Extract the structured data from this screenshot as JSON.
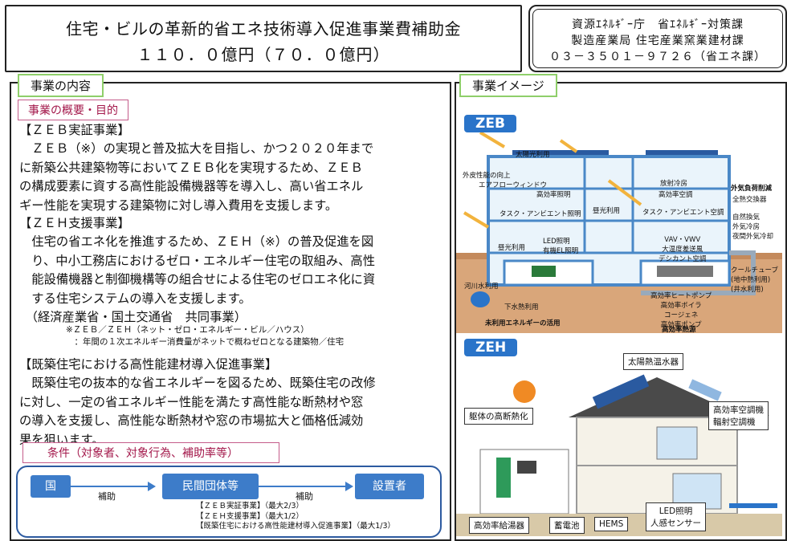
{
  "header": {
    "title": "住宅・ビルの革新的省エネ技術導入促進事業費補助金",
    "budget": "１１０．０億円（７０．０億円）"
  },
  "contact": {
    "line1": "資源ｴﾈﾙｷﾞｰ庁　省ｴﾈﾙｷﾞｰ対策課",
    "line2": "製造産業局 住宅産業窯業建材課",
    "line3": "０３－３５０１－９７２６（省エネ課）"
  },
  "left": {
    "section_tab": "事業の内容",
    "overview_tab": "事業の概要・目的",
    "zeb_heading": "【ＺＥＢ実証事業】",
    "zeb_body": "　ＺＥＢ（※）の実現と普及拡大を目指し、かつ２０２０年まで\nに新築公共建築物等においてＺＥＢ化を実現するため、ＺＥＢ\nの構成要素に資する高性能設備機器等を導入し、高い省エネル\nギー性能を実現する建築物に対し導入費用を支援します。",
    "zeh_heading": "【ＺＥＨ支援事業】",
    "zeh_body": "　住宅の省エネ化を推進するため、ＺＥＨ（※）の普及促進を図\n　り、中小工務店におけるゼロ・エネルギー住宅の取組み、高性\n　能設備機器と制御機構等の組合せによる住宅のゼロエネ化に資\n　する住宅システムの導入を支援します。\n　（経済産業省・国土交通省　共同事業）",
    "note": "※ＺＥＢ／ＺＥＨ（ネット・ゼロ・エネルギー・ビル／ハウス）\n　：年間の１次エネルギー消費量がネットで概ねゼロとなる建築物／住宅",
    "existing_heading": "【既築住宅における高性能建材導入促進事業】",
    "existing_body": "　既築住宅の抜本的な省エネルギーを図るため、既築住宅の改修\nに対し、一定の省エネルギー性能を満たす高性能な断熱材や窓\nの導入を支援し、高性能な断熱材や窓の市場拡大と価格低減効\n果を狙います。",
    "conditions_tab": "条件（対象者、対象行為、補助率等）"
  },
  "flow": {
    "node1": "国",
    "node2": "民間団体等",
    "node3": "設置者",
    "arrow1": "補助",
    "arrow2": "補助",
    "rates": "【ＺＥＢ実証事業】（最大2/3）\n【ＺＥＨ支援事業】（最大1/2）\n【既築住宅における高性能建材導入促進事業】（最大1/3）"
  },
  "right": {
    "section_tab": "事業イメージ",
    "zeb_label": "ZEB",
    "zeh_label": "ZEH",
    "zeb_labels": {
      "solar": "太陽光利用",
      "facade": "外皮性能の向上",
      "airflow": "エアフローウィンドウ",
      "lighting": "高効率照明",
      "radiant": "放射冷房",
      "ac": "高効率空調",
      "task": "タスク・アンビエント照明",
      "task_ac": "タスク・アンビエント空調",
      "daylight": "昼光利用",
      "daylight2": "昼光利用",
      "led": "LED照明\n有機EL照明",
      "vav": "VAV・VWV\n大温度差送風\nデシカント空調",
      "load": "外気負荷削減",
      "load_items": "全熱交換器\n\n自然換気\n外気冷房\n夜間外気冷却",
      "cool": "クールチューブ\n(地中熱利用)\n(井水利用)",
      "river": "河川水利用",
      "sewage": "下水熱利用",
      "pumps": "高効率ヒートポンプ\n高効率ボイラ\nコージェネ\n高効率ポンプ",
      "unused": "未利用エネルギーの活用",
      "transport": "高効率熱源"
    },
    "zeh_labels": {
      "solar_water": "太陽熱温水器",
      "insulation": "躯体の高断熱化",
      "hvac": "高効率空調機\n輻射空調機",
      "water_heater": "高効率給湯器",
      "battery": "蓄電池",
      "hems": "HEMS",
      "led": "LED照明\n人感センサー"
    }
  }
}
